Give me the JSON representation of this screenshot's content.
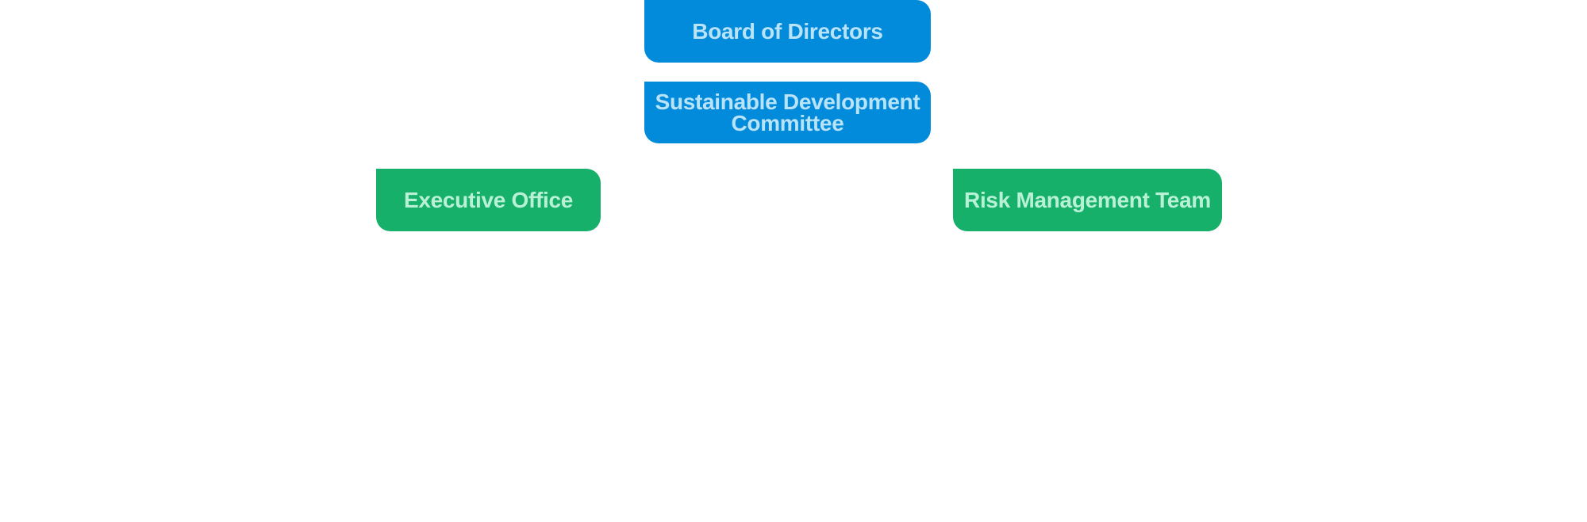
{
  "org_chart": {
    "nodes": [
      {
        "id": "board",
        "label": "Board of Directors",
        "level": 1,
        "color": "#038BDB"
      },
      {
        "id": "sdc",
        "label": "Sustainable Development\nCommittee",
        "level": 2,
        "color": "#038BDB"
      },
      {
        "id": "exec",
        "label": "Executive Office",
        "level": 3,
        "color": "#16B06A"
      },
      {
        "id": "risk",
        "label": "Risk Management Team",
        "level": 3,
        "color": "#16B06A"
      }
    ],
    "colors": {
      "blue_fill": "#038BDB",
      "blue_text": "#B9E3F8",
      "green_fill": "#16B06A",
      "green_text": "#B9F1D6",
      "background": "#FFFFFF"
    }
  }
}
